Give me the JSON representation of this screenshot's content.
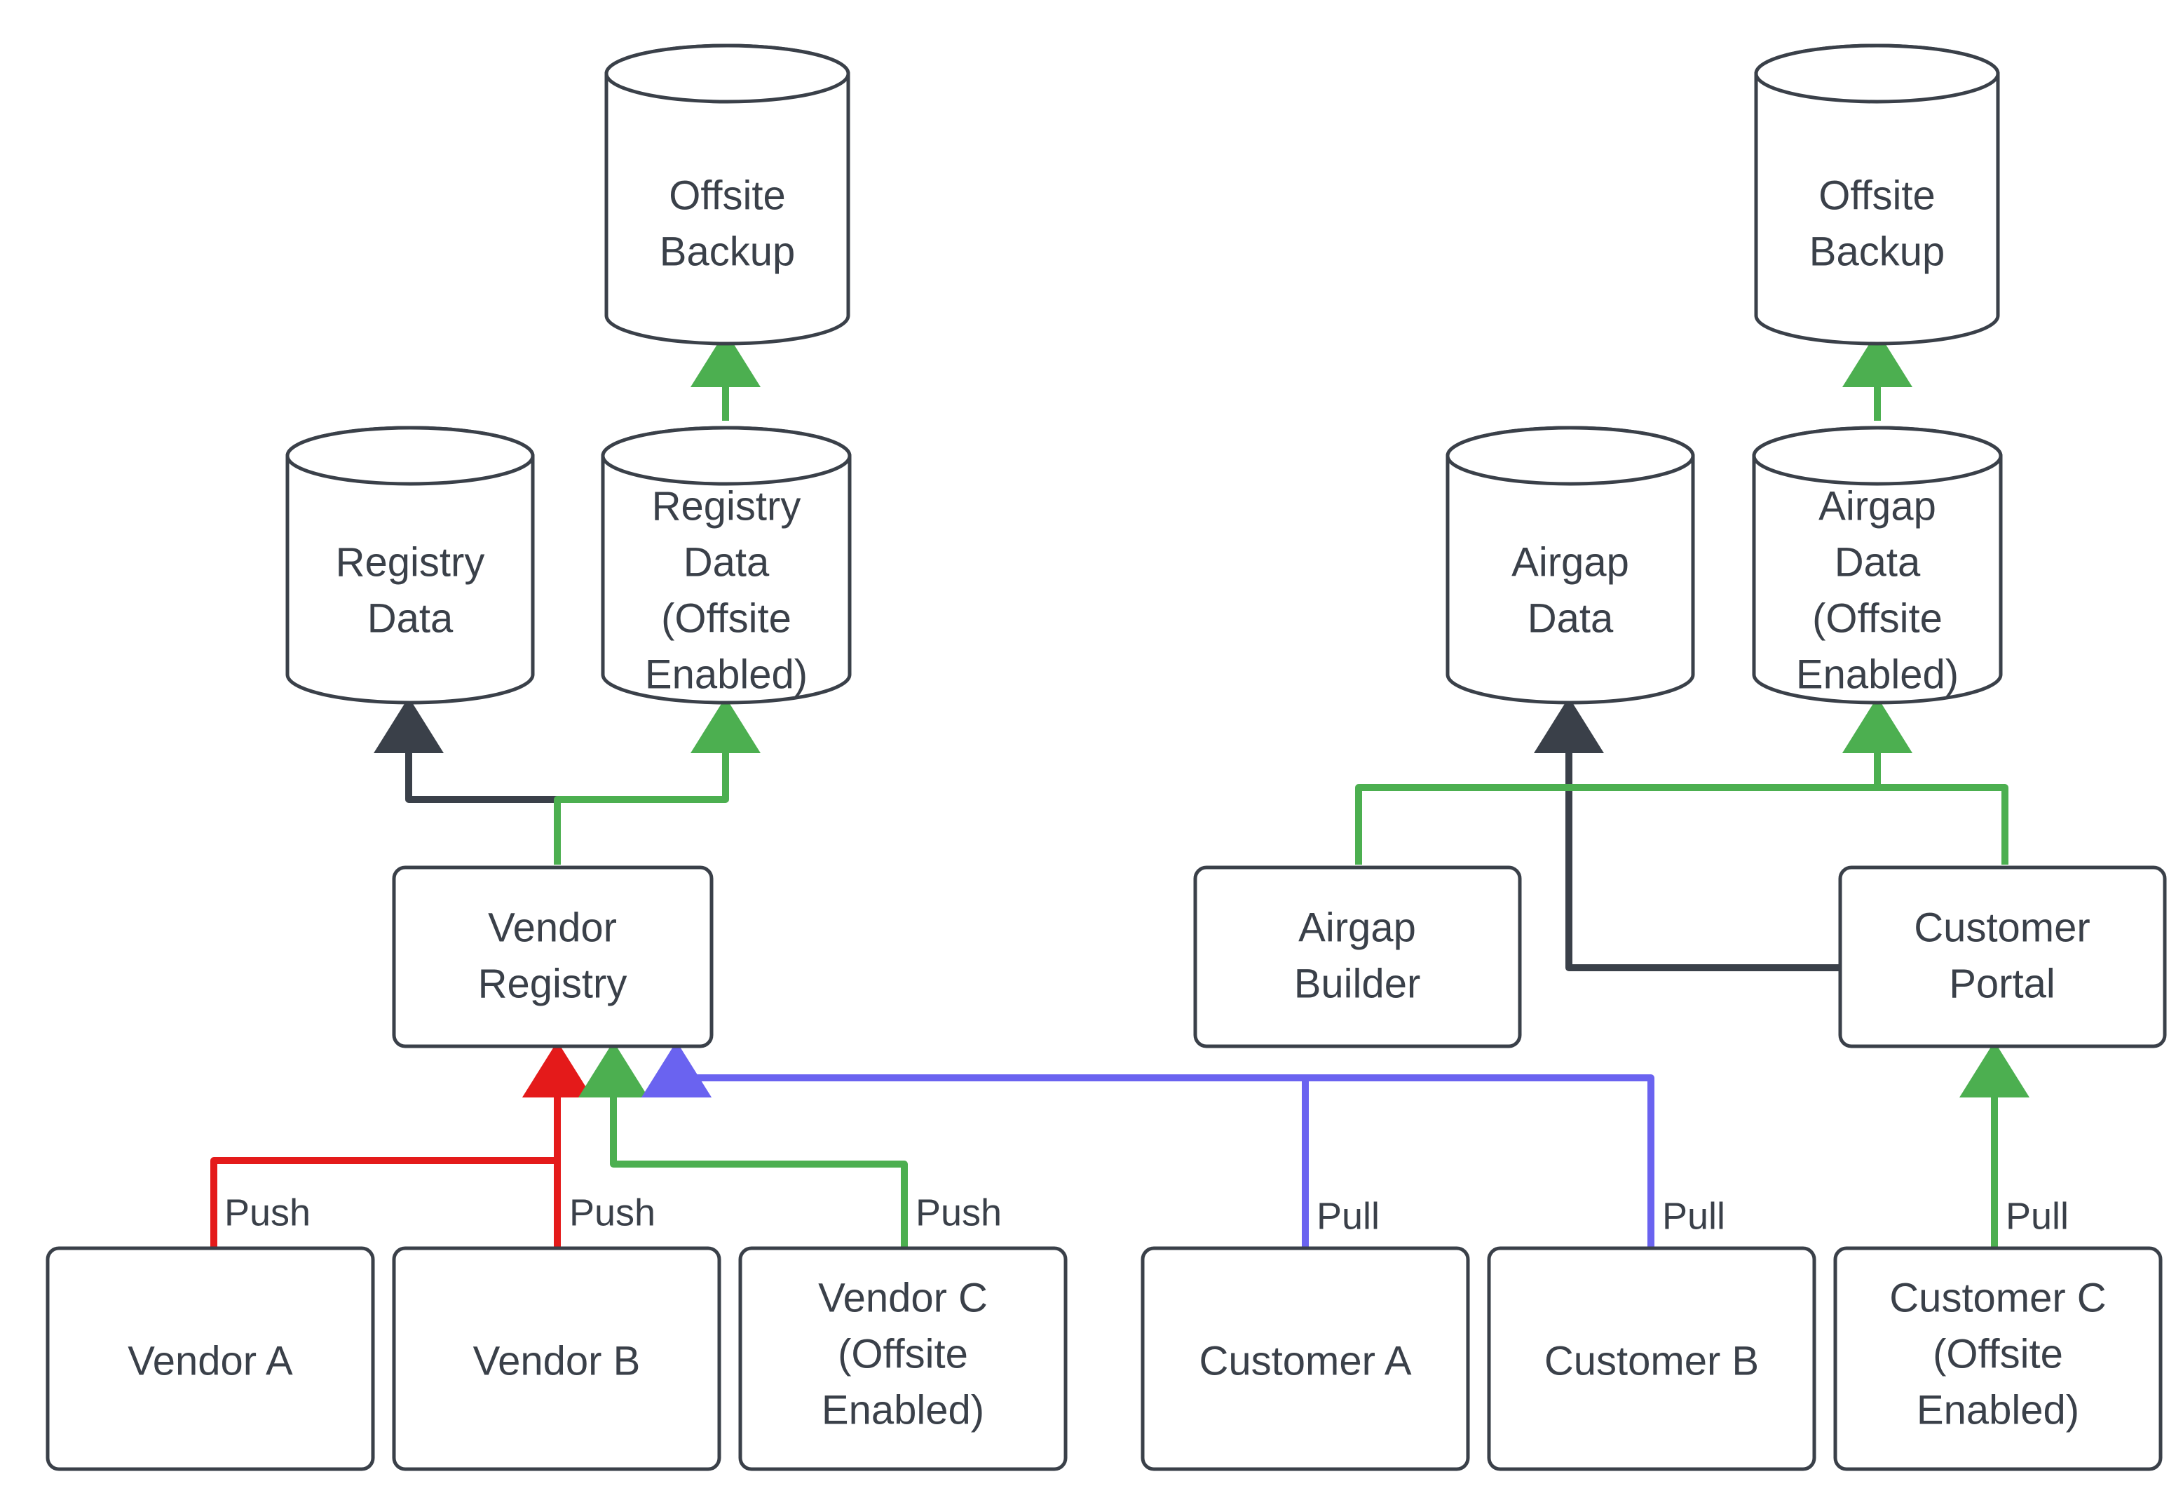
{
  "diagram": {
    "type": "flowchart",
    "background": "#ffffff",
    "colors": {
      "outline": "#3a4049",
      "text": "#3a4049",
      "edge_default": "#3a4049",
      "edge_green": "#4caf50",
      "edge_red": "#e41a1a",
      "edge_blue": "#6a63f0"
    },
    "nodes": [
      {
        "id": "offsite-backup-left",
        "shape": "cylinder",
        "label": "Offsite\nBackup",
        "lines": [
          "Offsite",
          "Backup"
        ]
      },
      {
        "id": "offsite-backup-right",
        "shape": "cylinder",
        "label": "Offsite\nBackup",
        "lines": [
          "Offsite",
          "Backup"
        ]
      },
      {
        "id": "registry-data",
        "shape": "cylinder",
        "label": "Registry\nData",
        "lines": [
          "Registry",
          "Data"
        ]
      },
      {
        "id": "registry-data-offsite",
        "shape": "cylinder",
        "label": "Registry\nData\n(Offsite\nEnabled)",
        "lines": [
          "Registry",
          "Data",
          "(Offsite",
          "Enabled)"
        ]
      },
      {
        "id": "airgap-data",
        "shape": "cylinder",
        "label": "Airgap\nData",
        "lines": [
          "Airgap",
          "Data"
        ]
      },
      {
        "id": "airgap-data-offsite",
        "shape": "cylinder",
        "label": "Airgap\nData\n(Offsite\nEnabled)",
        "lines": [
          "Airgap",
          "Data",
          "(Offsite",
          "Enabled)"
        ]
      },
      {
        "id": "vendor-registry",
        "shape": "rect",
        "label": "Vendor\nRegistry",
        "lines": [
          "Vendor",
          "Registry"
        ]
      },
      {
        "id": "airgap-builder",
        "shape": "rect",
        "label": "Airgap\nBuilder",
        "lines": [
          "Airgap",
          "Builder"
        ]
      },
      {
        "id": "customer-portal",
        "shape": "rect",
        "label": "Customer\nPortal",
        "lines": [
          "Customer",
          "Portal"
        ]
      },
      {
        "id": "vendor-a",
        "shape": "rect",
        "label": "Vendor A",
        "lines": [
          "Vendor A"
        ]
      },
      {
        "id": "vendor-b",
        "shape": "rect",
        "label": "Vendor B",
        "lines": [
          "Vendor B"
        ]
      },
      {
        "id": "vendor-c",
        "shape": "rect",
        "label": "Vendor C\n(Offsite\nEnabled)",
        "lines": [
          "Vendor C",
          "(Offsite",
          "Enabled)"
        ]
      },
      {
        "id": "customer-a",
        "shape": "rect",
        "label": "Customer A",
        "lines": [
          "Customer A"
        ]
      },
      {
        "id": "customer-b",
        "shape": "rect",
        "label": "Customer B",
        "lines": [
          "Customer B"
        ]
      },
      {
        "id": "customer-c",
        "shape": "rect",
        "label": "Customer C\n(Offsite\nEnabled)",
        "lines": [
          "Customer C",
          "(Offsite",
          "Enabled)"
        ]
      }
    ],
    "edges": [
      {
        "id": "vendor-a-to-vendor-registry",
        "from": "vendor-a",
        "to": "vendor-registry",
        "label": "Push",
        "color": "#e41a1a"
      },
      {
        "id": "vendor-b-to-vendor-registry",
        "from": "vendor-b",
        "to": "vendor-registry",
        "label": "Push",
        "color": "#e41a1a"
      },
      {
        "id": "vendor-c-to-vendor-registry",
        "from": "vendor-c",
        "to": "vendor-registry",
        "label": "Push",
        "color": "#4caf50"
      },
      {
        "id": "customer-a-to-vendor-registry",
        "from": "customer-a",
        "to": "vendor-registry",
        "label": "Pull",
        "color": "#6a63f0"
      },
      {
        "id": "customer-b-to-vendor-registry",
        "from": "customer-b",
        "to": "vendor-registry",
        "label": "Pull",
        "color": "#6a63f0"
      },
      {
        "id": "customer-c-to-customer-portal",
        "from": "customer-c",
        "to": "customer-portal",
        "label": "Pull",
        "color": "#4caf50"
      },
      {
        "id": "vendor-registry-to-registry-data",
        "from": "vendor-registry",
        "to": "registry-data",
        "label": "",
        "color": "#3a4049"
      },
      {
        "id": "vendor-registry-to-registry-data-offsite",
        "from": "vendor-registry",
        "to": "registry-data-offsite",
        "label": "",
        "color": "#4caf50"
      },
      {
        "id": "registry-data-offsite-to-offsite-backup",
        "from": "registry-data-offsite",
        "to": "offsite-backup-left",
        "label": "",
        "color": "#4caf50"
      },
      {
        "id": "customer-portal-to-airgap-data",
        "from": "customer-portal",
        "to": "airgap-data",
        "label": "",
        "color": "#3a4049"
      },
      {
        "id": "airgap-builder-to-airgap-data-offsite",
        "from": "airgap-builder",
        "to": "airgap-data-offsite",
        "label": "",
        "color": "#4caf50"
      },
      {
        "id": "customer-portal-to-airgap-data-offsite",
        "from": "customer-portal",
        "to": "airgap-data-offsite",
        "label": "",
        "color": "#4caf50"
      },
      {
        "id": "airgap-data-offsite-to-offsite-backup",
        "from": "airgap-data-offsite",
        "to": "offsite-backup-right",
        "label": "",
        "color": "#4caf50"
      }
    ],
    "edge_labels": {
      "push_1": "Push",
      "push_2": "Push",
      "push_3": "Push",
      "pull_1": "Pull",
      "pull_2": "Pull",
      "pull_3": "Pull"
    },
    "labels": {
      "offsite_backup_l1": "Offsite",
      "offsite_backup_l2": "Backup",
      "registry_data_l1": "Registry",
      "registry_data_l2": "Data",
      "registry_offsite_l1": "Registry",
      "registry_offsite_l2": "Data",
      "registry_offsite_l3": "(Offsite",
      "registry_offsite_l4": "Enabled)",
      "airgap_data_l1": "Airgap",
      "airgap_data_l2": "Data",
      "airgap_offsite_l1": "Airgap",
      "airgap_offsite_l2": "Data",
      "airgap_offsite_l3": "(Offsite",
      "airgap_offsite_l4": "Enabled)",
      "vendor_registry_l1": "Vendor",
      "vendor_registry_l2": "Registry",
      "airgap_builder_l1": "Airgap",
      "airgap_builder_l2": "Builder",
      "customer_portal_l1": "Customer",
      "customer_portal_l2": "Portal",
      "vendor_a": "Vendor A",
      "vendor_b": "Vendor B",
      "vendor_c_l1": "Vendor C",
      "vendor_c_l2": "(Offsite",
      "vendor_c_l3": "Enabled)",
      "customer_a": "Customer A",
      "customer_b": "Customer B",
      "customer_c_l1": "Customer C",
      "customer_c_l2": "(Offsite",
      "customer_c_l3": "Enabled)"
    }
  }
}
